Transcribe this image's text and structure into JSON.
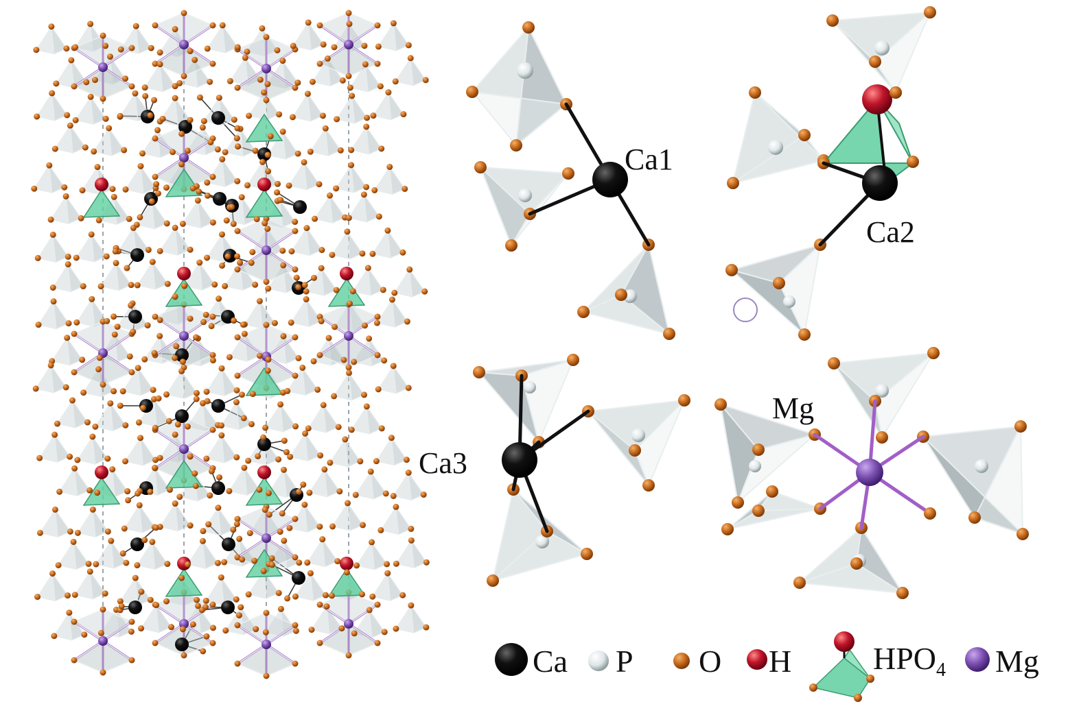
{
  "panels": [
    {
      "id": "ca1",
      "label": "Ca1"
    },
    {
      "id": "ca2",
      "label": "Ca2"
    },
    {
      "id": "ca3",
      "label": "Ca3"
    },
    {
      "id": "mg",
      "label": "Mg"
    }
  ],
  "legend": {
    "ca": "Ca",
    "p": "P",
    "o": "O",
    "h": "H",
    "hpo4": "HPO",
    "hpo4_sub": "4",
    "mg": "Mg"
  },
  "colors": {
    "ca_atom": "#111111",
    "p_atom": "#dfe6e8",
    "o_atom": "#c8691c",
    "h_atom": "#c0162a",
    "hpo4_tetrahedron": "#5fcf9f",
    "mg_atom": "#7a4fb0",
    "mg_bond": "#a25ec7",
    "po4_tetrahedron": "#c9d2d4"
  }
}
